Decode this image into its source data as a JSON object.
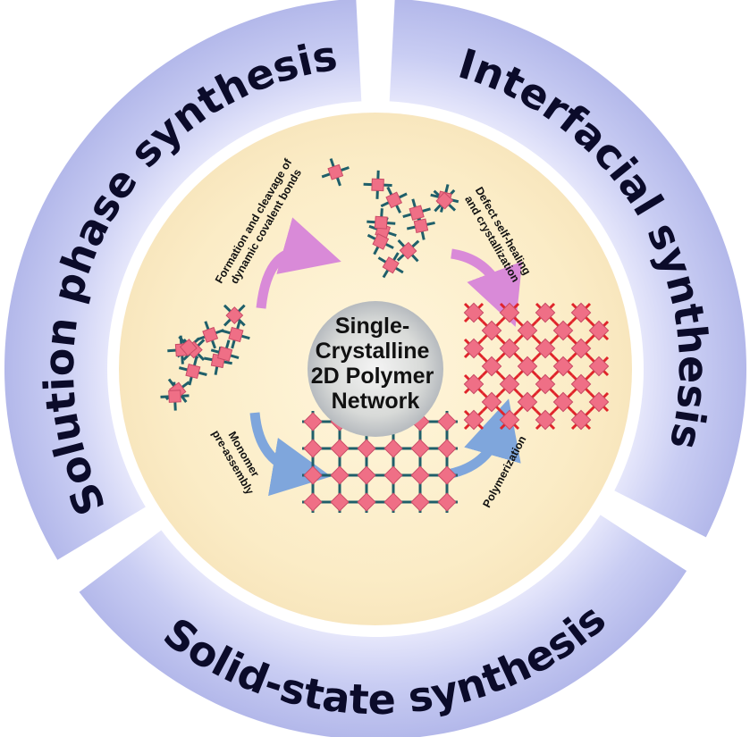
{
  "ring_segments": {
    "left": "Solution phase synthesis",
    "right": "Interfacial synthesis",
    "bottom": "Solid-state synthesis"
  },
  "center": {
    "lines": [
      "Single-",
      "Crystalline",
      "2D Polymer",
      "Network"
    ]
  },
  "process_labels": {
    "top_left": [
      "Formation and cleavage of",
      "dynamic covalent bonds"
    ],
    "top_right": [
      "Defect self-healing",
      "and crystallization"
    ],
    "bottom_left": [
      "Monomer",
      "pre-assembly"
    ],
    "bottom_right": "Polymerization"
  },
  "colors": {
    "ring": "#c4c8f0",
    "inner_disc": "#fbeecf",
    "node": "#ef6f86",
    "linker": "#1f5f6a",
    "arrow_pink": "#d98ad8",
    "arrow_blue": "#7fa6dc",
    "final_linker": "#e0242a"
  }
}
